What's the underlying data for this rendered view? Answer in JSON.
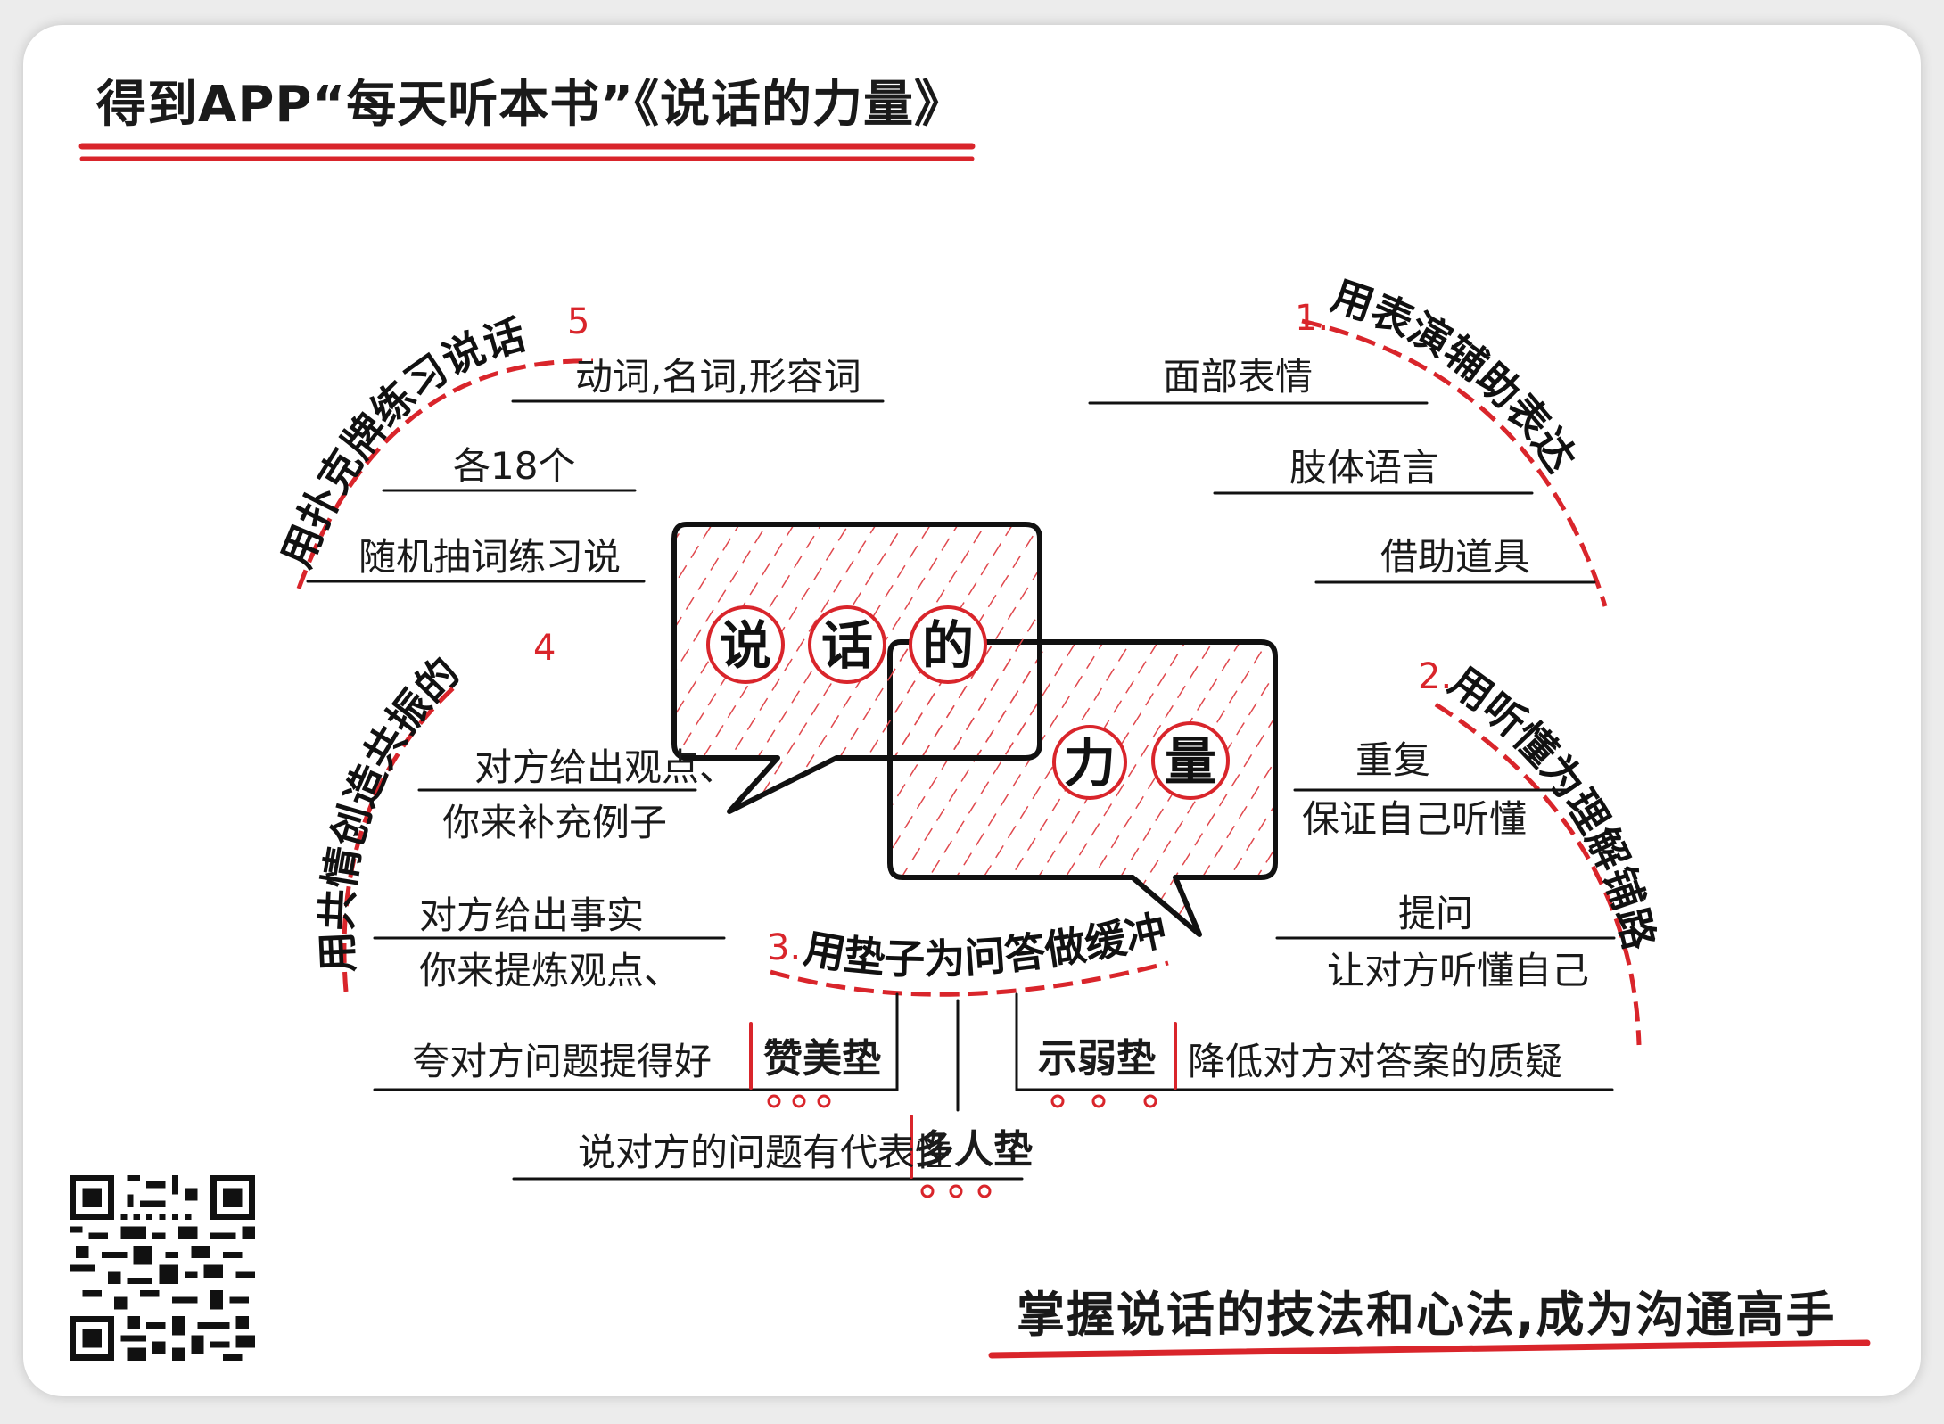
{
  "title": "得到APP“每天听本书”《说话的力量》",
  "center": {
    "bubble1": [
      "说",
      "话",
      "的"
    ],
    "bubble2": [
      "力",
      "量"
    ]
  },
  "branches": {
    "b1": {
      "num": "1.",
      "label": "用表演辅助表达",
      "items": [
        "面部表情",
        "肢体语言",
        "借助道具"
      ]
    },
    "b2": {
      "num": "2.",
      "label": "用听懂为理解铺路",
      "items": [
        "重复",
        "保证自己听懂",
        "提问",
        "让对方听懂自己"
      ]
    },
    "b3": {
      "num": "3.",
      "label": "用垫子为问答做缓冲",
      "rows": [
        {
          "desc": "夸对方问题提得好",
          "name": "赞美垫"
        },
        {
          "desc": "降低对方对答案的质疑",
          "name": "示弱垫"
        },
        {
          "desc": "说对方的问题有代表性",
          "name": "多人垫"
        }
      ]
    },
    "b4": {
      "num": "4",
      "label": "用共情创造共振的场",
      "items": [
        "对方给出观点、",
        "你来补充例子",
        "对方给出事实",
        "你来提炼观点、"
      ]
    },
    "b5": {
      "num": "5",
      "label": "用扑克牌练习说话",
      "items": [
        "动词,名词,形容词",
        "各18个",
        "随机抽词练习说"
      ]
    }
  },
  "tagline": "掌握说话的技法和心法,成为沟通高手",
  "colors": {
    "accent": "#d9252b",
    "ink": "#111111",
    "paper": "#ffffff",
    "hatch": "#e0484d"
  }
}
